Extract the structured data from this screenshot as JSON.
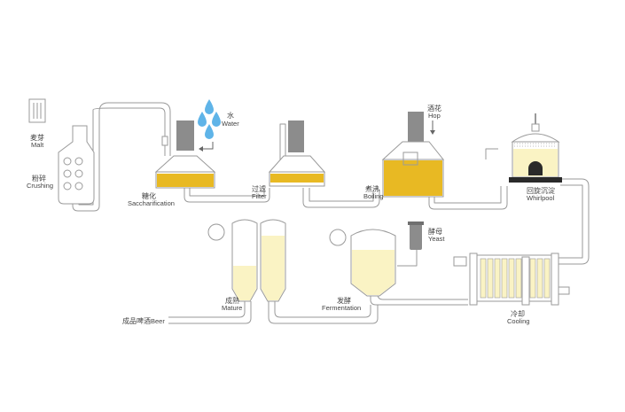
{
  "colors": {
    "pipe_stroke": "#9a9a9a",
    "wort": "#e8b923",
    "beer_light": "#faf3c4",
    "steel": "#8c8c8c",
    "text": "#444444"
  },
  "labels": {
    "malt": {
      "zh": "麦芽",
      "en": "Malt"
    },
    "crush": {
      "zh": "粉碎",
      "en": "Crushing"
    },
    "water": {
      "zh": "水",
      "en": "Water"
    },
    "sacch": {
      "zh": "糖化",
      "en": "Saccharification"
    },
    "filter": {
      "zh": "过滤",
      "en": "Filter"
    },
    "boil": {
      "zh": "煮沸",
      "en": "Boiling"
    },
    "hop": {
      "zh": "酒花",
      "en": "Hop"
    },
    "whirl": {
      "zh": "回旋沉淀",
      "en": "Whirlpool"
    },
    "cool": {
      "zh": "冷却",
      "en": "Cooling"
    },
    "ferm": {
      "zh": "发酵",
      "en": "Fermentation"
    },
    "yeast": {
      "zh": "酵母",
      "en": "Yeast"
    },
    "mature": {
      "zh": "成熟",
      "en": "Mature"
    },
    "beer": {
      "zh": "成品啤酒",
      "en": "Beer"
    }
  }
}
